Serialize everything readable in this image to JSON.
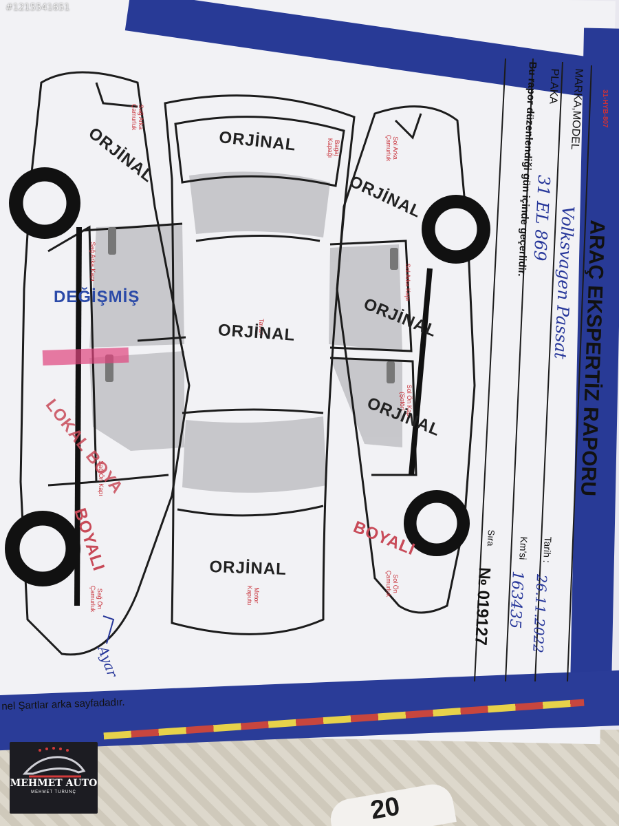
{
  "watermark": "#1215541651",
  "report": {
    "title": "ARAÇ EKSPERTİZ RAPORU",
    "field_brand_model": "MARKA,MODEL",
    "field_plate": "PLAKA",
    "validity_note": "Bu rapor düzenlendiği gün içinde geçerlidir.",
    "brand_model_value": "Volksvagen Passat",
    "plate_value": "31 EL 869",
    "serial_code": "31-HYB-807",
    "date_label": "Tarih :",
    "date_value": "26.11.2022",
    "km_label": "Km'si",
    "km_value": "163435",
    "sira_label": "Sıra",
    "number_value": "№ 019127",
    "footer_note": "nel Şartlar arka sayfadadır."
  },
  "parts": {
    "bagaj": "Bagaj Kapağı",
    "tavan": "Tavan",
    "motor": "Motor Kaputu",
    "sag_arka_camurluk": "Sağ Arka Çamurluk",
    "sag_arka_kapi": "Sağ Arka Kapı",
    "sag_on_kapi": "Sağ Ön Kapı",
    "sag_on_camurluk": "Sağ Ön Çamurluk",
    "sol_arka_camurluk": "Sol Arka Çamurluk",
    "sol_arka_kapi": "Sol Arka Kapı",
    "sol_on_kapi": "Sol Ön Kapı (Şoför)",
    "sol_on_camurluk": "Sol Ön Çamurluk"
  },
  "stamps": {
    "orjinal": "ORJİNAL",
    "degismis": "DEĞİŞMİŞ",
    "lokal_boya": "LOKAL BOYA",
    "boyali": "BOYALI",
    "handwritten_ayar": "Ayar"
  },
  "logo": {
    "name": "MEHMET AUTO",
    "sub": "MEHMET TURUNÇ",
    "cup_text": "20"
  },
  "colors": {
    "band": "#283a96",
    "stamp_black": "#222222",
    "stamp_blue": "#2b4aa8",
    "stamp_red": "#c84a58",
    "highlight": "#e0457d",
    "ink": "#27379a"
  }
}
